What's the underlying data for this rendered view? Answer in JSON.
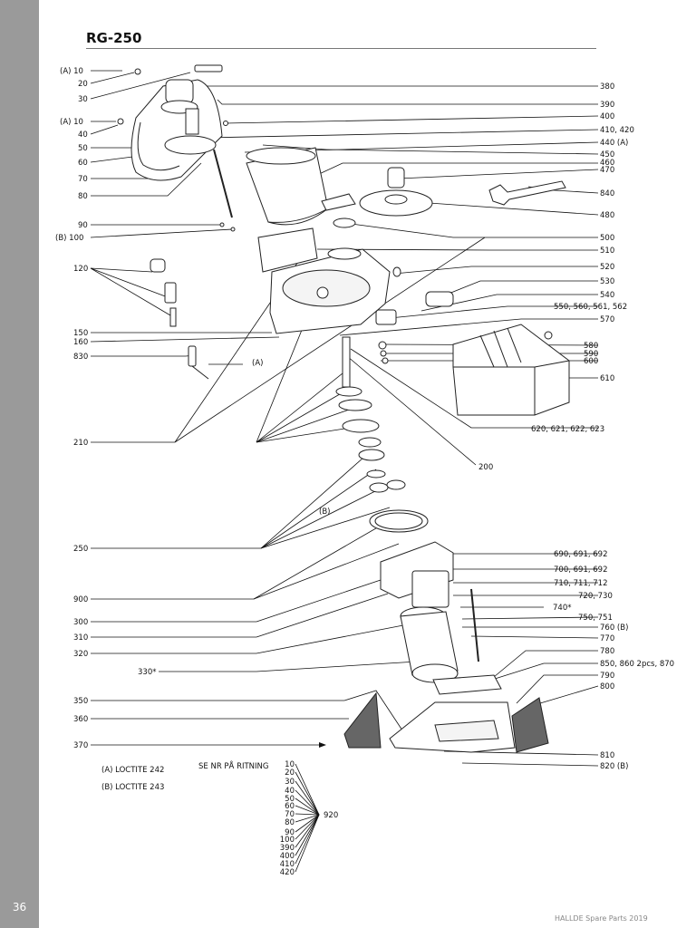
{
  "page": {
    "number": "36",
    "title": "RG-250",
    "footer": "HALLDE Spare Parts 2019"
  },
  "notes": {
    "loctite_a": "(A)  LOCTITE 242",
    "loctite_b": "(B)  LOCTITE 243",
    "se_nr": "SE NR PÅ RITNING"
  },
  "left_labels": [
    {
      "id": "l10a",
      "text": "(A)  10"
    },
    {
      "id": "l20",
      "text": "20"
    },
    {
      "id": "l30",
      "text": "30"
    },
    {
      "id": "l10b",
      "text": "(A)  10"
    },
    {
      "id": "l40",
      "text": "40"
    },
    {
      "id": "l50",
      "text": "50"
    },
    {
      "id": "l60",
      "text": "60"
    },
    {
      "id": "l70",
      "text": "70"
    },
    {
      "id": "l80",
      "text": "80"
    },
    {
      "id": "l90",
      "text": "90"
    },
    {
      "id": "l100",
      "text": "(B)  100"
    },
    {
      "id": "l120",
      "text": "120"
    },
    {
      "id": "l150",
      "text": "150"
    },
    {
      "id": "l160",
      "text": "160"
    },
    {
      "id": "l830",
      "text": "830"
    },
    {
      "id": "l210",
      "text": "210"
    },
    {
      "id": "l250",
      "text": "250"
    },
    {
      "id": "l900",
      "text": "900"
    },
    {
      "id": "l300",
      "text": "300"
    },
    {
      "id": "l310",
      "text": "310"
    },
    {
      "id": "l320",
      "text": "320"
    },
    {
      "id": "l330",
      "text": "330*"
    },
    {
      "id": "l350",
      "text": "350"
    },
    {
      "id": "l360",
      "text": "360"
    },
    {
      "id": "l370",
      "text": "370"
    }
  ],
  "right_labels": [
    {
      "id": "r380",
      "text": "380"
    },
    {
      "id": "r390",
      "text": "390"
    },
    {
      "id": "r400",
      "text": "400"
    },
    {
      "id": "r410",
      "text": "410,  420"
    },
    {
      "id": "r440",
      "text": "440  (A)"
    },
    {
      "id": "r450",
      "text": "450"
    },
    {
      "id": "r460",
      "text": "460"
    },
    {
      "id": "r470",
      "text": "470"
    },
    {
      "id": "r840",
      "text": "840"
    },
    {
      "id": "r480",
      "text": "480"
    },
    {
      "id": "r500",
      "text": "500"
    },
    {
      "id": "r510",
      "text": "510"
    },
    {
      "id": "r520",
      "text": "520"
    },
    {
      "id": "r530",
      "text": "530"
    },
    {
      "id": "r540",
      "text": "540"
    },
    {
      "id": "r550",
      "text": "550,  560,  561,  562"
    },
    {
      "id": "r570",
      "text": "570"
    },
    {
      "id": "r580",
      "text": "580"
    },
    {
      "id": "r590",
      "text": "590"
    },
    {
      "id": "r600",
      "text": "600"
    },
    {
      "id": "r610",
      "text": "610"
    },
    {
      "id": "r620",
      "text": "620,  621,  622,  623"
    },
    {
      "id": "r200",
      "text": "200"
    },
    {
      "id": "r690",
      "text": "690,  691,  692"
    },
    {
      "id": "r700",
      "text": "700,  691,  692"
    },
    {
      "id": "r710",
      "text": "710,  711,  712"
    },
    {
      "id": "r720",
      "text": "720,  730"
    },
    {
      "id": "r740",
      "text": "740*"
    },
    {
      "id": "r750",
      "text": "750,  751"
    },
    {
      "id": "r760",
      "text": "760  (B)"
    },
    {
      "id": "r770",
      "text": "770"
    },
    {
      "id": "r780",
      "text": "780"
    },
    {
      "id": "r850",
      "text": "850,  860  2pcs,  870"
    },
    {
      "id": "r790",
      "text": "790"
    },
    {
      "id": "r800",
      "text": "800"
    },
    {
      "id": "r810",
      "text": "810"
    },
    {
      "id": "r820",
      "text": "820  (B)"
    }
  ],
  "inline_labels": [
    {
      "id": "ia",
      "text": "(A)"
    },
    {
      "id": "ib",
      "text": "(B)"
    }
  ],
  "kit_list": [
    "10",
    "20",
    "30",
    "40",
    "50",
    "60",
    "70",
    "80",
    "90",
    "100",
    "390",
    "400",
    "410",
    "420"
  ],
  "kit_number": "920"
}
